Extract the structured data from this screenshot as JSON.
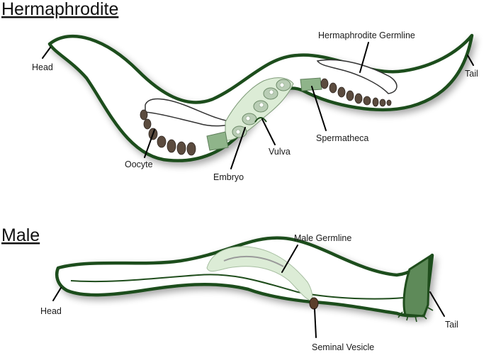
{
  "hermaphrodite": {
    "title": "Hermaphrodite",
    "labels": {
      "head": "Head",
      "tail": "Tail",
      "germline": "Hermaphrodite Germline",
      "oocyte": "Oocyte",
      "embryo": "Embryo",
      "vulva": "Vulva",
      "spermatheca": "Spermatheca"
    }
  },
  "male": {
    "title": "Male",
    "labels": {
      "head": "Head",
      "tail": "Tail",
      "germline": "Male Germline",
      "seminal_vesicle": "Seminal Vesicle"
    }
  },
  "colors": {
    "body_outline": "#1f4d1c",
    "germline_fill": "#dcecd6",
    "oocyte": "#5b4b3e",
    "spermatheca": "#8fb48a",
    "embryo": "#b9cdb5"
  }
}
